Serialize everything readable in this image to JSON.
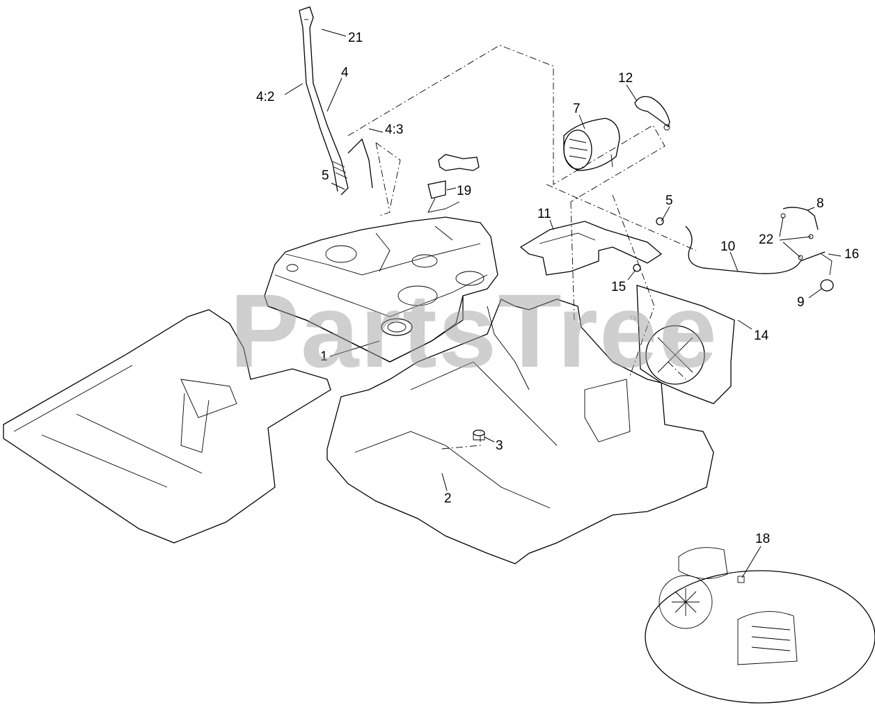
{
  "watermark": {
    "text": "PartsTree",
    "trademark": "™"
  },
  "callouts": [
    {
      "id": "21",
      "label": "21"
    },
    {
      "id": "4",
      "label": "4"
    },
    {
      "id": "4-2",
      "label": "4:2"
    },
    {
      "id": "4-3",
      "label": "4:3"
    },
    {
      "id": "5a",
      "label": "5"
    },
    {
      "id": "19",
      "label": "19"
    },
    {
      "id": "12",
      "label": "12"
    },
    {
      "id": "7",
      "label": "7"
    },
    {
      "id": "11",
      "label": "11"
    },
    {
      "id": "5b",
      "label": "5"
    },
    {
      "id": "8",
      "label": "8"
    },
    {
      "id": "22",
      "label": "22"
    },
    {
      "id": "10",
      "label": "10"
    },
    {
      "id": "16",
      "label": "16"
    },
    {
      "id": "9",
      "label": "9"
    },
    {
      "id": "15",
      "label": "15"
    },
    {
      "id": "14",
      "label": "14"
    },
    {
      "id": "1",
      "label": "1"
    },
    {
      "id": "3",
      "label": "3"
    },
    {
      "id": "2",
      "label": "2"
    },
    {
      "id": "18",
      "label": "18"
    }
  ]
}
